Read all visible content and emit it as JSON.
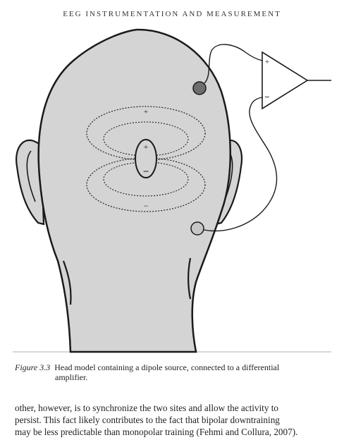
{
  "header": {
    "running_title": "EEG INSTRUMENTATION AND MEASUREMENT"
  },
  "figure": {
    "field_plus_top": "+",
    "field_minus_bottom": "−",
    "dipole_plus": "+",
    "dipole_minus": "−",
    "amp_plus": "+",
    "amp_minus": "−",
    "colors": {
      "head_fill": "#d4d4d4",
      "outline": "#1a1a1a",
      "active_electrode": "#6e6e6e",
      "reference_electrode": "#c6c6c6",
      "frame": "#999999"
    }
  },
  "caption": {
    "label": "Figure 3.3",
    "line1": "Head model containing a dipole source, connected to a differential",
    "line2": "amplifier."
  },
  "body": {
    "line1": "other, however, is to synchronize the two sites and allow the activity to",
    "line2": "persist. This fact likely contributes to the fact that bipolar downtraining",
    "line3": "may be less predictable than monopolar training (Fehmi and Collura, 2007)."
  }
}
